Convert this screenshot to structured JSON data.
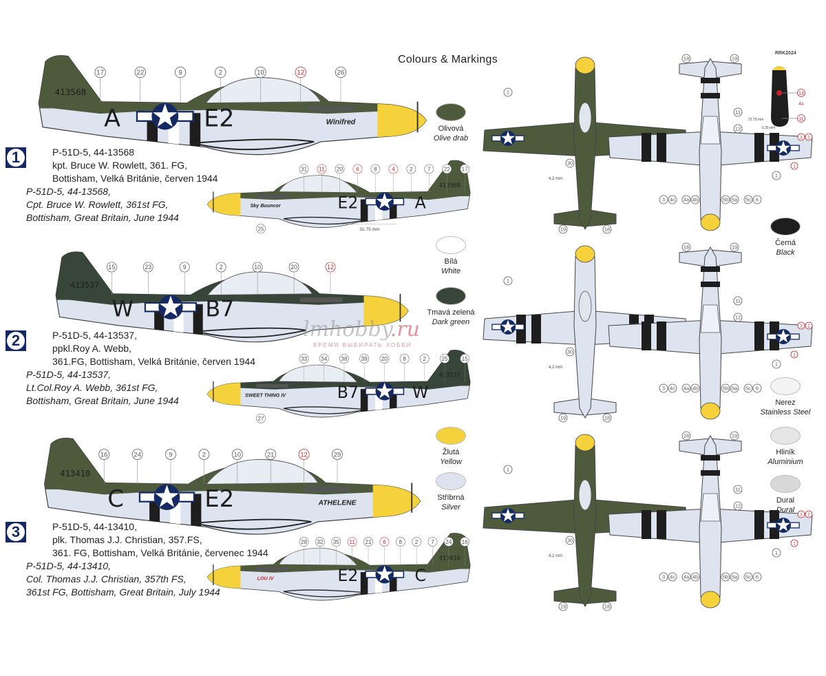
{
  "header": {
    "title": "Colours & Markings",
    "code": "RRK2024"
  },
  "watermark": {
    "site_a": "lmhobby",
    "site_b": ".ru",
    "slogan": "ВРЕМЯ ВЫБИРАТЬ ХОББИ"
  },
  "colors": {
    "olive": "#4e5a3c",
    "dark_green": "#38463a",
    "silver": "#dde4f0",
    "yellow": "#f5d13c",
    "black": "#1e1e1e",
    "navy": "#152a63",
    "white": "#ffffff",
    "red": "#c8242b",
    "steel": "#f4f4f4",
    "aluminium": "#e6e6e6",
    "dural": "#d8d8d8"
  },
  "schemes": [
    {
      "num": "1",
      "cz1": "P-51D-5, 44-13568",
      "cz2": "kpt. Bruce W. Rowlett, 361. FG,",
      "cz3": "Bottisham, Velká Británie, červen 1944",
      "en1": "P-51D-5, 44-13568,",
      "en2": "Cpt. Bruce W. Rowlett, 361st FG,",
      "en3": "Bottisham, Great Britain, June 1944",
      "serial": "413568",
      "code_a": "A",
      "code_b": "E2",
      "art_right": "Winifred",
      "art_left": "Sky Bouncer",
      "top": "olive",
      "callouts_big": [
        {
          "t": "17"
        },
        {
          "t": "22"
        },
        {
          "t": "9"
        },
        {
          "t": "2"
        },
        {
          "t": "10"
        },
        {
          "t": "12",
          "red": true
        },
        {
          "t": "26"
        }
      ],
      "callouts_small": [
        {
          "t": "31"
        },
        {
          "t": "11",
          "red": true
        },
        {
          "t": "20"
        },
        {
          "t": "6",
          "red": true
        },
        {
          "t": "8"
        },
        {
          "t": "4",
          "red": true
        },
        {
          "t": "2"
        },
        {
          "t": "7"
        },
        {
          "t": "22"
        },
        {
          "t": "17"
        }
      ],
      "callouts_bottom": [
        {
          "t": "25"
        }
      ],
      "dim": "31.75 mm"
    },
    {
      "num": "2",
      "cz1": "P-51D-5, 44-13537,",
      "cz2": "ppkl.Roy A. Webb,",
      "cz3": "361.FG, Bottisham, Velká Británie, červen 1944",
      "en1": "P-51D-5, 44-13537,",
      "en2": "Lt.Col.Roy A. Webb, 361st FG,",
      "en3": "Bottisham, Great Britain, June 1944",
      "serial": "413537",
      "code_a": "W",
      "code_b": "B7",
      "art_right": "",
      "art_left": "SWEET THING IV",
      "top": "dark_green",
      "callouts_big": [
        {
          "t": "15"
        },
        {
          "t": "23"
        },
        {
          "t": "9"
        },
        {
          "t": "2"
        },
        {
          "t": "10"
        },
        {
          "t": "20"
        },
        {
          "t": "12",
          "red": true
        }
      ],
      "callouts_small": [
        {
          "t": "33"
        },
        {
          "t": "34"
        },
        {
          "t": "38"
        },
        {
          "t": "39"
        },
        {
          "t": "20"
        },
        {
          "t": "8"
        },
        {
          "t": "2"
        },
        {
          "t": "25"
        },
        {
          "t": "15"
        }
      ],
      "callouts_bottom": [
        {
          "t": "27"
        }
      ],
      "dim": ""
    },
    {
      "num": "3",
      "cz1": "P-51D-5, 44-13410,",
      "cz2": "plk. Thomas J.J. Christian, 357.FS,",
      "cz3": "361. FG, Bottisham, Velká Británie, červenec 1944",
      "en1": "P-51D-5, 44-13410,",
      "en2": "Col. Thomas J.J. Christian, 357th FS,",
      "en3": "361st FG, Bottisham, Great Britain, July 1944",
      "serial": "413410",
      "code_a": "C",
      "code_b": "E2",
      "art_right": "ATHELENE",
      "art_left": "LOU IV",
      "top": "olive",
      "callouts_big": [
        {
          "t": "16"
        },
        {
          "t": "24"
        },
        {
          "t": "9"
        },
        {
          "t": "2"
        },
        {
          "t": "10"
        },
        {
          "t": "21"
        },
        {
          "t": "12",
          "red": true
        },
        {
          "t": "29"
        }
      ],
      "callouts_small": [
        {
          "t": "28"
        },
        {
          "t": "32"
        },
        {
          "t": "35"
        },
        {
          "t": "11",
          "red": true
        },
        {
          "t": "21"
        },
        {
          "t": "6",
          "red": true
        },
        {
          "t": "8"
        },
        {
          "t": "2"
        },
        {
          "t": "7"
        },
        {
          "t": "24"
        },
        {
          "t": "16"
        }
      ],
      "callouts_bottom": [],
      "dim": ""
    }
  ],
  "topviews": {
    "upper_callouts": [
      {
        "t": "1"
      },
      {
        "t": "30"
      },
      {
        "t": "19"
      },
      {
        "t": "18"
      }
    ],
    "upper_dim": "4,2 mm",
    "under_callouts_top": [
      {
        "t": "18"
      },
      {
        "t": "19"
      },
      {
        "t": "11"
      },
      {
        "t": "12"
      }
    ],
    "under_callouts_bottom": [
      {
        "t": "3"
      },
      {
        "t": "4c"
      },
      {
        "t": "4a"
      },
      {
        "t": "4b"
      },
      {
        "t": "5b"
      },
      {
        "t": "5a"
      },
      {
        "t": "5c"
      },
      {
        "t": "6"
      },
      {
        "t": "1"
      }
    ],
    "under_callouts_tip": [
      {
        "t": "3",
        "red": true
      },
      {
        "t": "2",
        "red": true
      },
      {
        "t": "1",
        "red": true
      }
    ],
    "under_dim1": "31.75 mm",
    "under_dim2": "6,35 mm"
  },
  "propeller": {
    "c1": "13",
    "c2": "4x",
    "c3": "11"
  },
  "swatches": [
    {
      "cz": "Olivová",
      "en": "Olive drab",
      "color": "#4e5a3c"
    },
    {
      "cz": "Bílá",
      "en": "White",
      "color": "#ffffff"
    },
    {
      "cz": "Tmavá zelená",
      "en": "Dark green",
      "color": "#38463a"
    },
    {
      "cz": "Žlutá",
      "en": "Yellow",
      "color": "#f5d13c"
    },
    {
      "cz": "Stříbrná",
      "en": "Silver",
      "color": "#dde4f0"
    },
    {
      "cz": "Černá",
      "en": "Black",
      "color": "#1e1e1e"
    },
    {
      "cz": "Nerez",
      "en": "Stainless Steel",
      "color": "#f4f4f4"
    },
    {
      "cz": "Hliník",
      "en": "Aluminium",
      "color": "#e6e6e6"
    },
    {
      "cz": "Dural",
      "en": "Dural",
      "color": "#d8d8d8"
    }
  ]
}
